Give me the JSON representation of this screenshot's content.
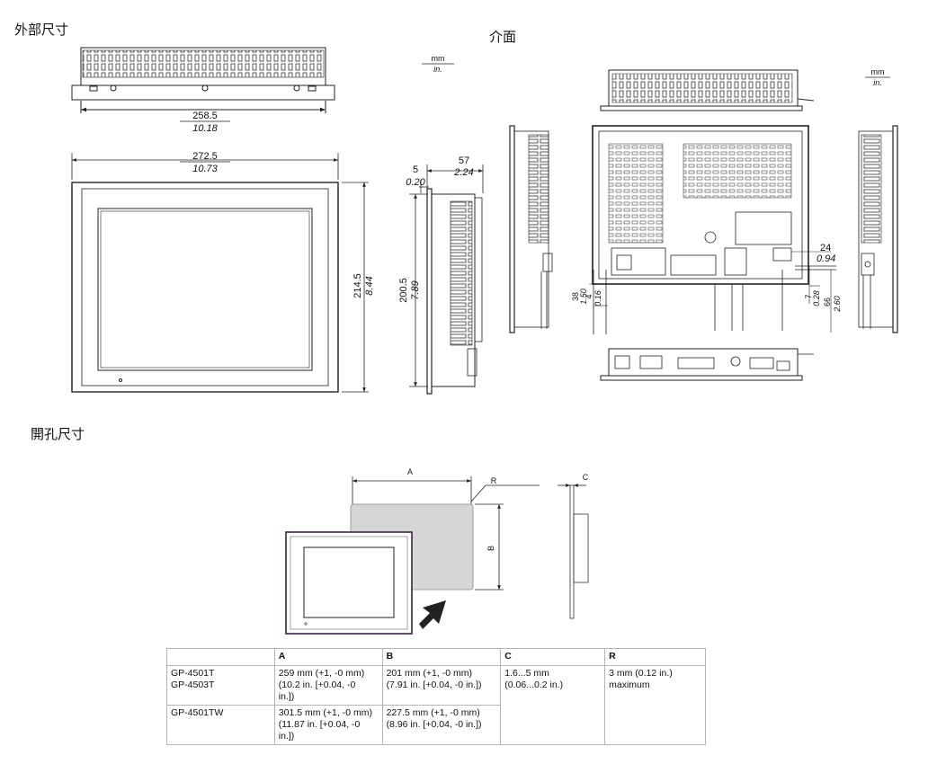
{
  "headings": {
    "external_dimensions": "外部尺寸",
    "interface": "介面",
    "cutout_dimensions": "開孔尺寸"
  },
  "units": {
    "left": {
      "metric": "mm",
      "imperial": "in."
    },
    "right": {
      "metric": "mm",
      "imperial": "in."
    }
  },
  "external_dims": {
    "top_width": {
      "mm": "258.5",
      "in": "10.18"
    },
    "front_width": {
      "mm": "272.5",
      "in": "10.73"
    },
    "front_height": {
      "mm": "214.5",
      "in": "8.44"
    },
    "side_height": {
      "mm": "200.5",
      "in": "7.89"
    },
    "bezel": {
      "mm": "5",
      "in": "0.20"
    },
    "depth": {
      "mm": "57",
      "in": "2.24"
    }
  },
  "interface_dims": {
    "d24": {
      "mm": "24",
      "in": "0.94"
    },
    "d38": {
      "mm": "38",
      "in": "1.50"
    },
    "d4": {
      "mm": "4",
      "in": "0.16"
    },
    "d7": {
      "mm": "7",
      "in": "0.28"
    },
    "d66": {
      "mm": "66",
      "in": "2.60"
    }
  },
  "cutout_labels": {
    "a": "A",
    "b": "B",
    "c": "C",
    "r": "R"
  },
  "cutout_table": {
    "headers": [
      "",
      "A",
      "B",
      "C",
      "R"
    ],
    "rows": [
      {
        "model": "GP-4501T\nGP-4503T",
        "a": "259 mm (+1, -0 mm)\n(10.2 in. [+0.04, -0\nin.])",
        "b": "201 mm (+1, -0 mm)\n(7.91 in. [+0.04, -0 in.])"
      },
      {
        "model": "GP-4501TW",
        "a": "301.5 mm (+1, -0 mm)\n(11.87 in. [+0.04, -0\nin.])",
        "b": "227.5 mm (+1, -0 mm)\n(8.96 in. [+0.04, -0 in.])"
      }
    ],
    "c_value": "1.6...5 mm\n(0.06...0.2 in.)",
    "r_value": "3 mm (0.12 in.)\nmaximum"
  }
}
